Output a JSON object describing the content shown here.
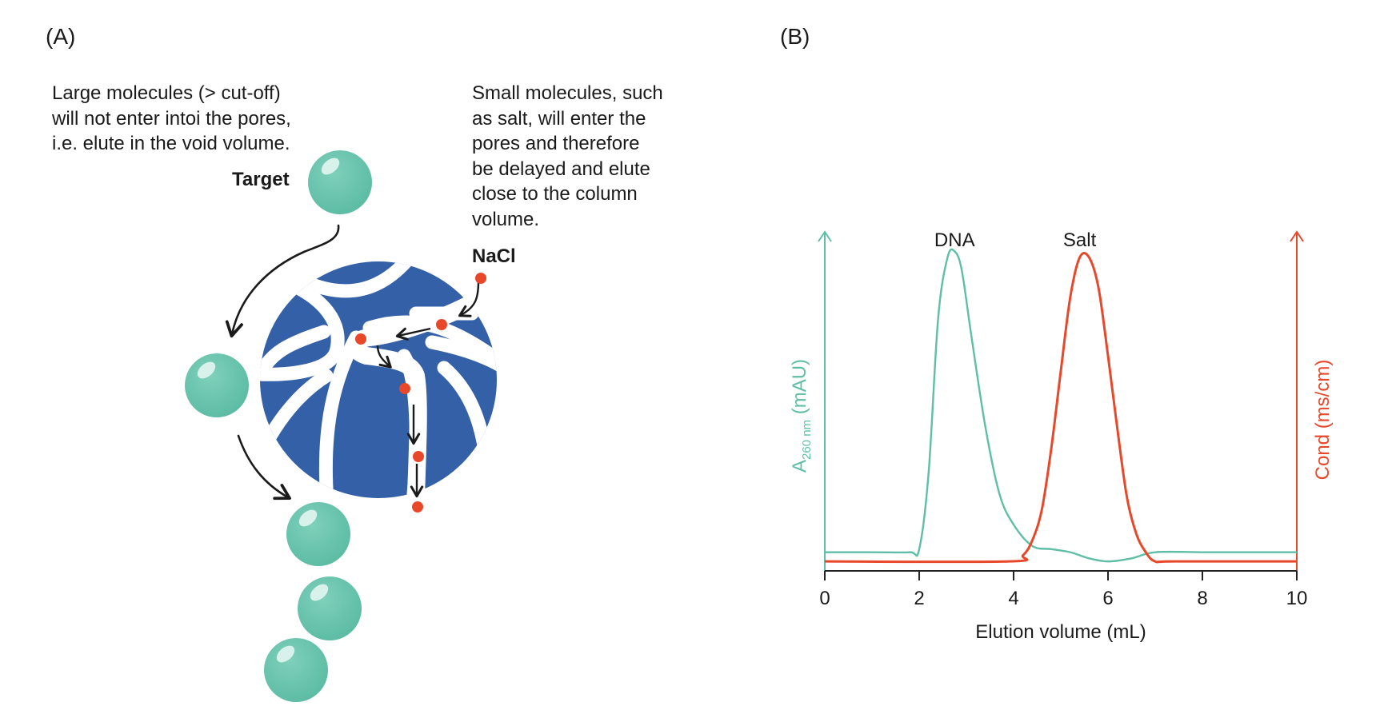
{
  "panels": {
    "a": {
      "label": "(A)",
      "large_text": "Large molecules (> cut-off)\nwill not enter intoi the pores,\ni.e. elute in the void volume.",
      "small_text": "Small molecules, such\nas salt, will enter the\npores and therefore\nbe delayed and elute\nclose to the column\nvolume.",
      "target_label": "Target",
      "nacl_label": "NaCl"
    },
    "b": {
      "label": "(B)"
    }
  },
  "colors": {
    "dna": "#5fbfa6",
    "salt": "#e8472a",
    "bead": "#3460a8",
    "axis": "#222222"
  },
  "icons": [
    "target-molecule-sphere",
    "porous-resin-bead",
    "salt-particle-dot",
    "flow-arrow"
  ],
  "chart_data": {
    "type": "line",
    "title": "",
    "xlabel": "Elution volume (mL)",
    "ylabel_left": "A",
    "ylabel_left_sub": "260 nm",
    "ylabel_left_unit": "(mAU)",
    "ylabel_right": "Cond (ms/cm)",
    "xlim": [
      0,
      10
    ],
    "xticks": [
      "0",
      "2",
      "4",
      "6",
      "8",
      "10"
    ],
    "ylim": [
      0,
      100
    ],
    "grid": false,
    "legend": "none",
    "series": [
      {
        "name": "DNA",
        "color": "#5fbfa6",
        "x": [
          0,
          1,
          1.8,
          2.0,
          2.2,
          2.4,
          2.6,
          2.75,
          2.9,
          3.1,
          3.4,
          3.7,
          4.0,
          4.4,
          4.8,
          5.2,
          5.6,
          6.0,
          6.5,
          7.0,
          8.0,
          9.0,
          10.0
        ],
        "y": [
          4,
          4,
          4,
          5,
          30,
          80,
          100,
          102,
          96,
          75,
          45,
          23,
          13,
          6,
          5,
          4,
          2,
          1,
          2,
          4,
          4,
          4,
          4
        ]
      },
      {
        "name": "Salt",
        "color": "#e8472a",
        "x": [
          0,
          3.9,
          4.2,
          4.4,
          4.6,
          4.8,
          5.0,
          5.2,
          5.4,
          5.6,
          5.8,
          6.0,
          6.2,
          6.4,
          6.6,
          6.8,
          7.0,
          7.4,
          10.0
        ],
        "y": [
          1,
          1,
          3,
          8,
          18,
          38,
          63,
          87,
          100,
          100,
          90,
          68,
          44,
          22,
          10,
          4,
          1,
          1,
          1
        ]
      }
    ]
  }
}
